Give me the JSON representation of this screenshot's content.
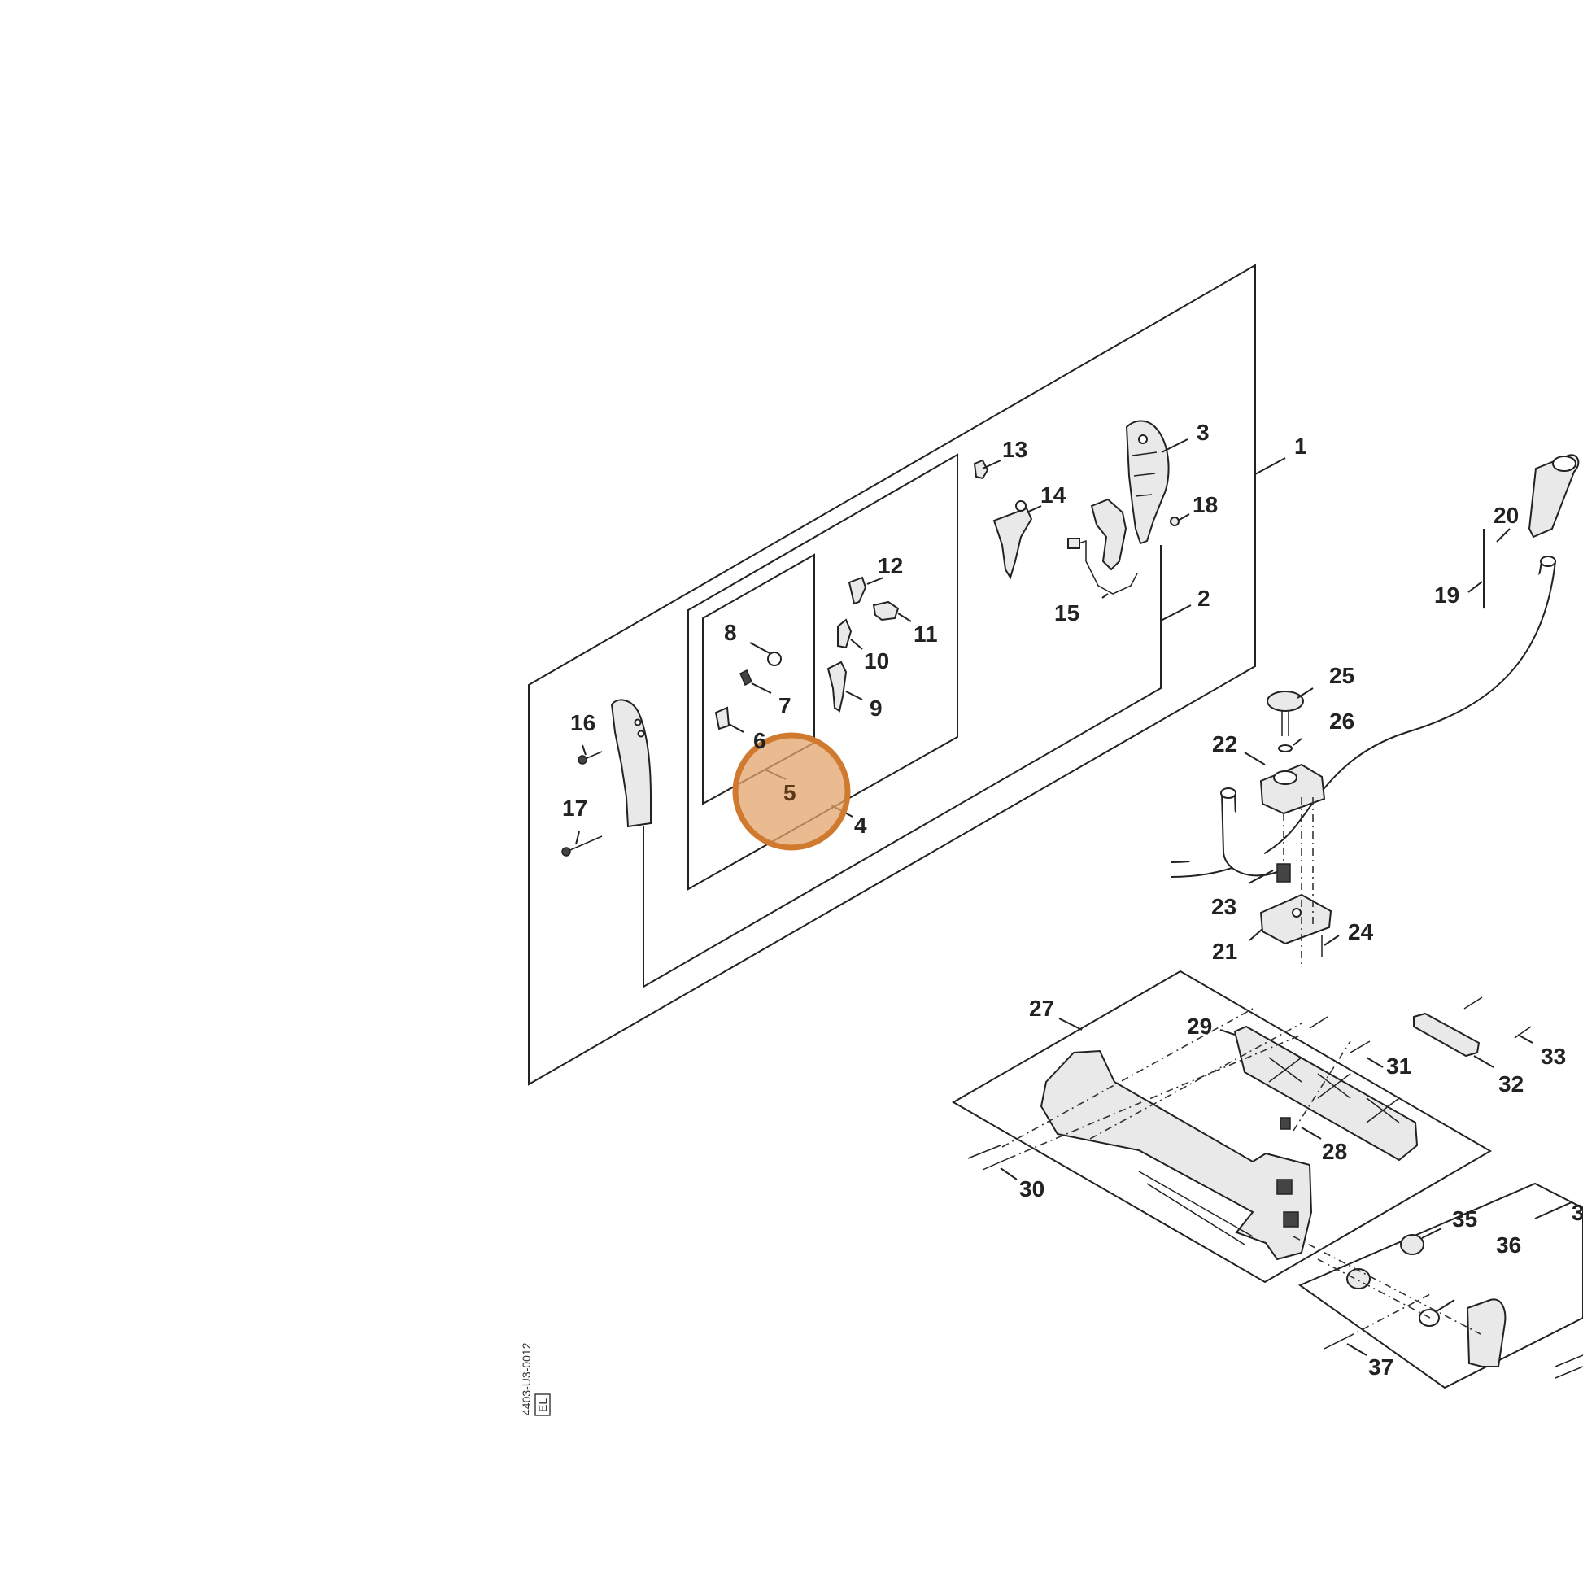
{
  "diagram": {
    "callouts": [
      "1",
      "2",
      "3",
      "4",
      "5",
      "6",
      "7",
      "8",
      "9",
      "10",
      "11",
      "12",
      "13",
      "14",
      "15",
      "16",
      "17",
      "18",
      "19",
      "20",
      "21",
      "22",
      "23",
      "24",
      "25",
      "26",
      "27",
      "28",
      "29",
      "30",
      "31",
      "32",
      "33",
      "35",
      "36",
      "37",
      "3"
    ],
    "highlighted_callout": "5",
    "highlight_color": "#e3a36b",
    "highlight_stroke": "#d07a30",
    "drawing_code": "4403-U3-0012",
    "drawing_code_badge": "EL"
  }
}
